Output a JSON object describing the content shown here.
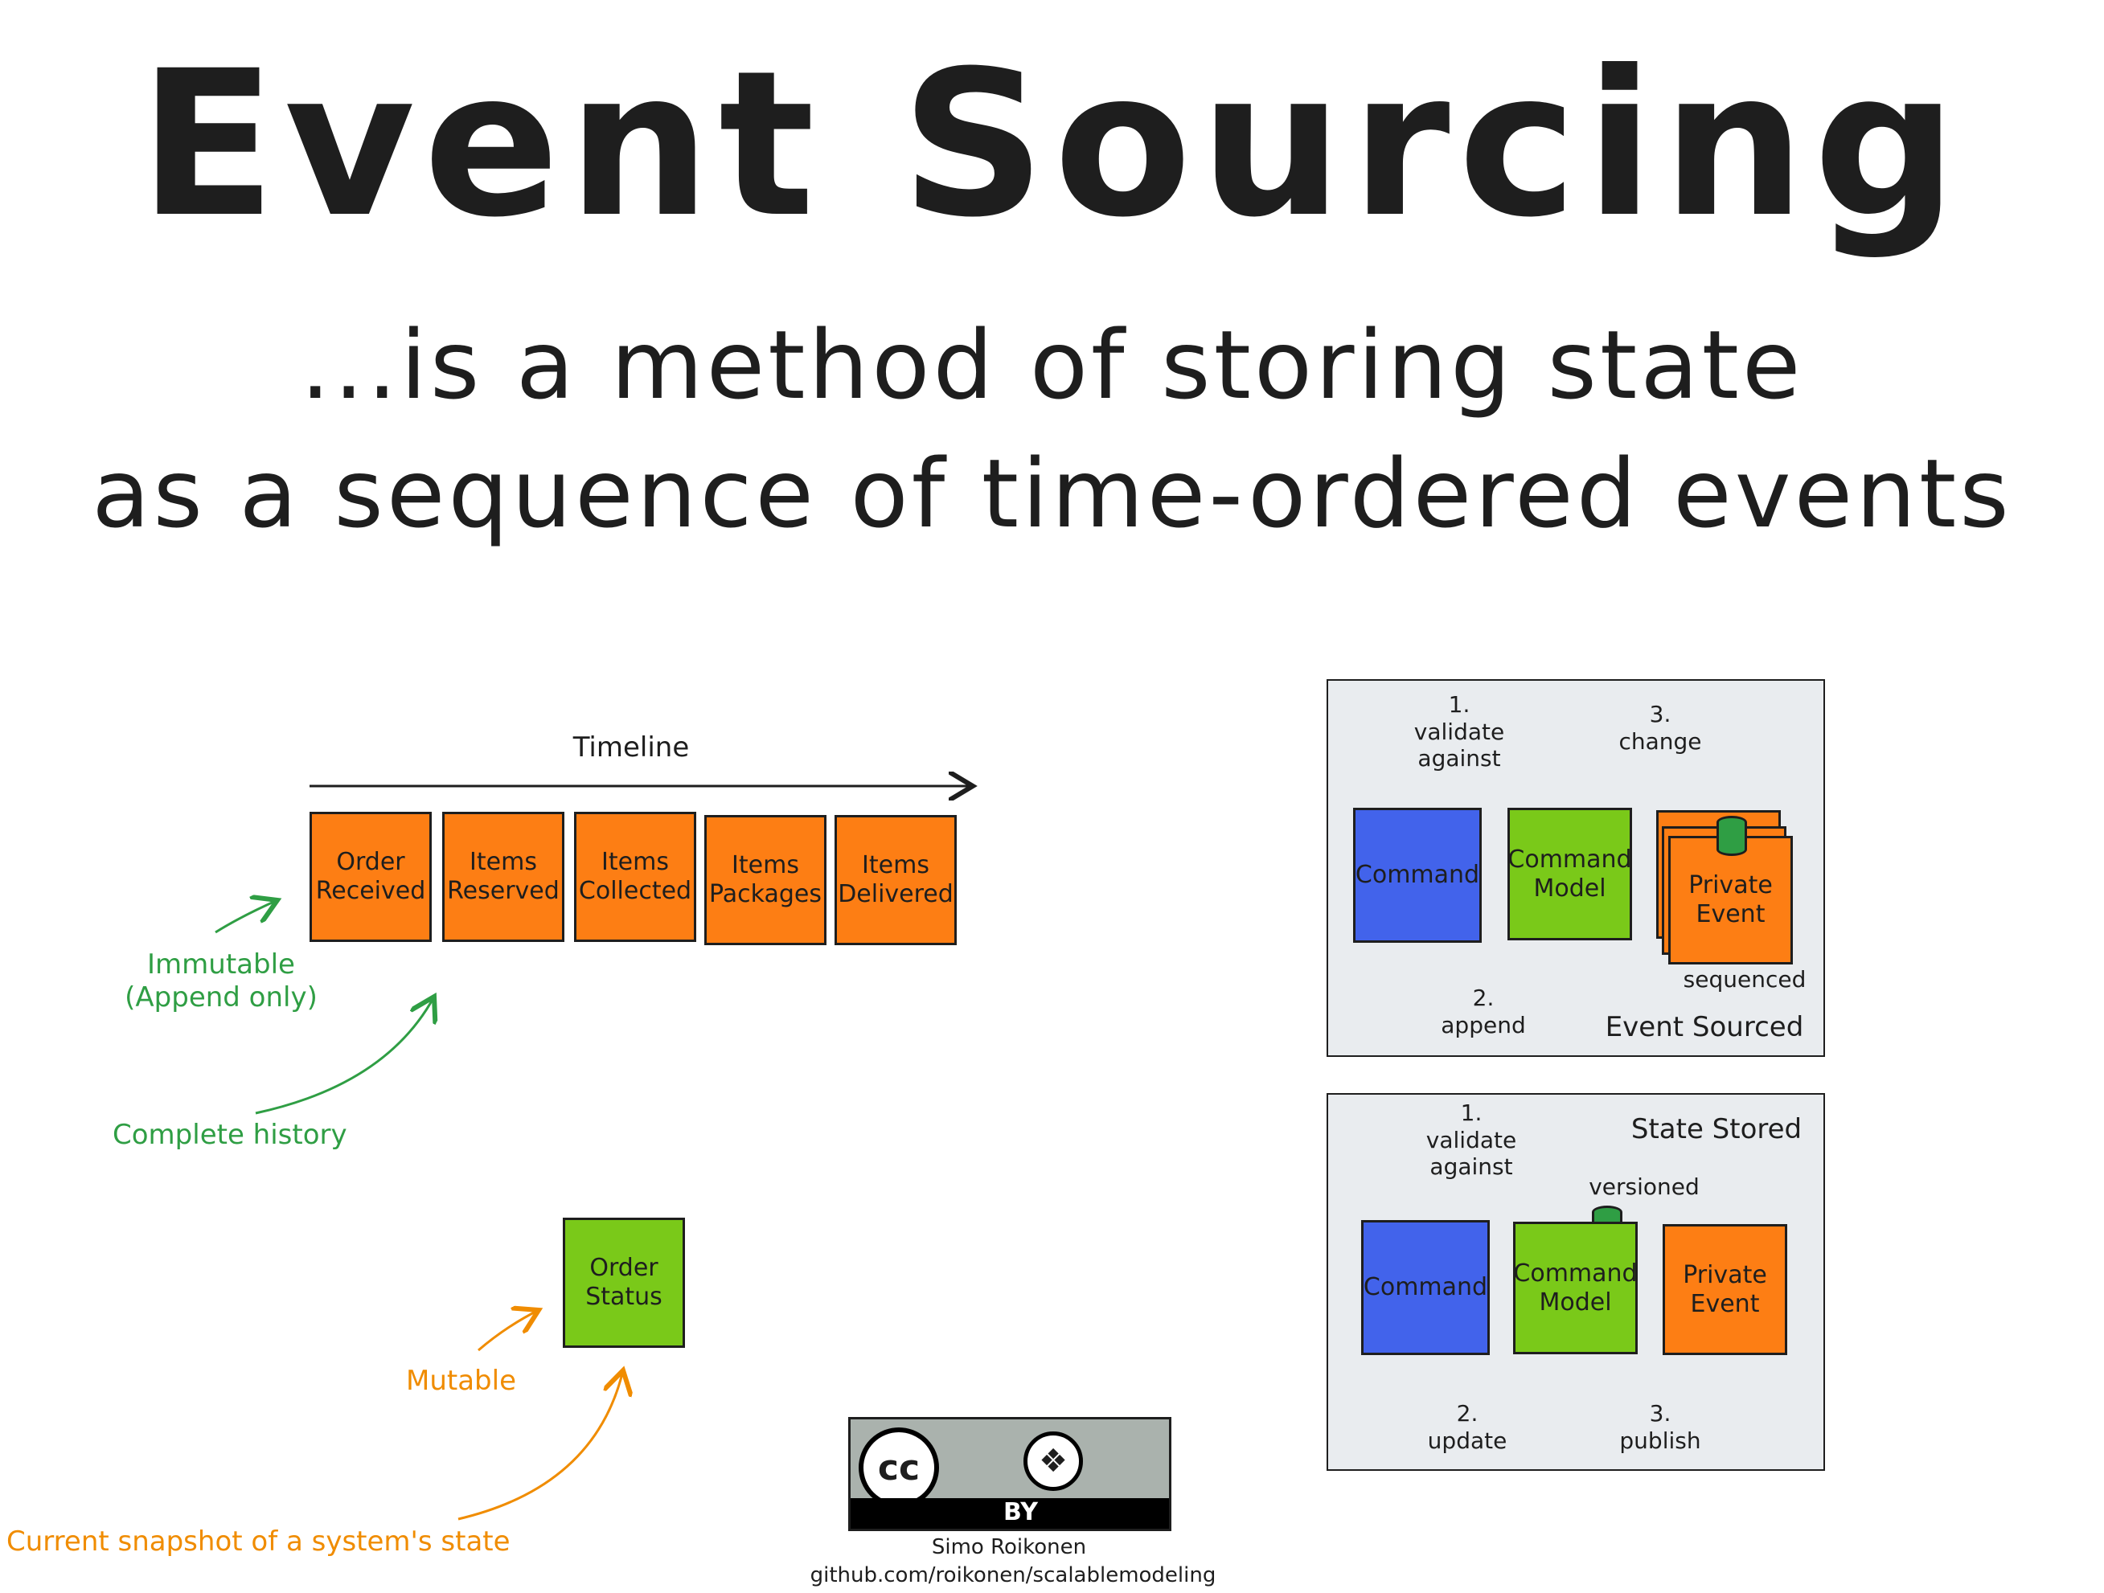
{
  "title": "Event Sourcing",
  "subtitle_line1": "...is a method of storing state",
  "subtitle_line2": "as a sequence of time-ordered events",
  "timeline": {
    "label": "Timeline",
    "events": [
      "Order\nReceived",
      "Items\nReserved",
      "Items\nCollected",
      "Items\nPackages",
      "Items\nDelivered"
    ]
  },
  "annotations": {
    "immutable": "Immutable\n(Append only)",
    "complete_history": "Complete history",
    "mutable": "Mutable",
    "snapshot": "Current snapshot of a system's state"
  },
  "order_status": "Order\nStatus",
  "event_sourced": {
    "caption": "Event Sourced",
    "command": "Command",
    "command_model": "Command\nModel",
    "private_event": "Private\nEvent",
    "step1": "1.\nvalidate\nagainst",
    "step2": "2.\nappend",
    "step3": "3.\nchange",
    "sequenced": "sequenced"
  },
  "state_stored": {
    "caption": "State Stored",
    "command": "Command",
    "command_model": "Command\nModel",
    "private_event": "Private\nEvent",
    "step1": "1.\nvalidate\nagainst",
    "step2": "2.\nupdate",
    "step3": "3.\npublish",
    "versioned": "versioned"
  },
  "license": {
    "cc": "cc",
    "by": "BY",
    "author": "Simo Roikonen",
    "url": "github.com/roikonen/scalablemodeling"
  },
  "colors": {
    "orange": "#fd7e14",
    "green": "#7ac919",
    "blue": "#4263eb",
    "annotation_green": "#2f9e44",
    "annotation_orange": "#f08c00",
    "panel_bg": "#e9ecef"
  }
}
